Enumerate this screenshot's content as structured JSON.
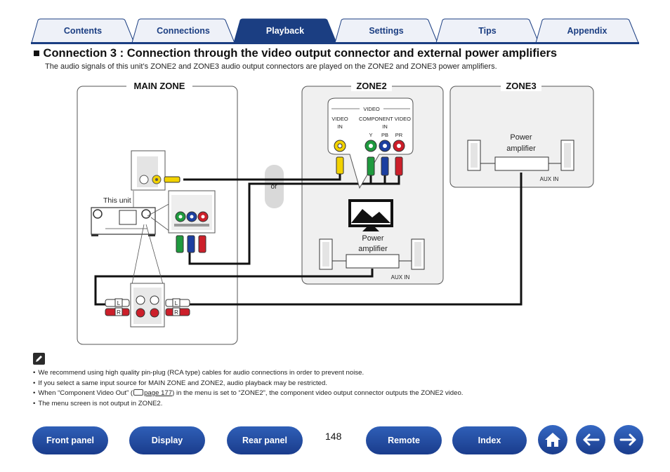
{
  "tabs": [
    {
      "label": "Contents",
      "active": false
    },
    {
      "label": "Connections",
      "active": false
    },
    {
      "label": "Playback",
      "active": true
    },
    {
      "label": "Settings",
      "active": false
    },
    {
      "label": "Tips",
      "active": false
    },
    {
      "label": "Appendix",
      "active": false
    }
  ],
  "heading": "■ Connection 3 : Connection through the video output connector and external power amplifiers",
  "subheading": "The audio signals of this unit’s ZONE2 and ZONE3 audio output connectors are played on the ZONE2 and ZONE3 power amplifiers.",
  "diagram": {
    "main_zone": "MAIN ZONE",
    "zone2": "ZONE2",
    "zone3": "ZONE3",
    "this_unit": "This unit",
    "or": "or",
    "video_header": "VIDEO",
    "video_in": "VIDEO",
    "video_in_2": "IN",
    "component_video": "COMPONENT VIDEO",
    "component_video_2": "IN",
    "y": "Y",
    "pb": "PB",
    "pr": "PR",
    "power_amplifier_1": "Power",
    "power_amplifier_2": "amplifier",
    "aux_in": "AUX IN",
    "l": "L",
    "r": "R"
  },
  "notes": [
    "We recommend using high quality pin-plug (RCA type) cables for audio connections in order to prevent noise.",
    "If you select a same input source for MAIN ZONE and ZONE2, audio playback may be restricted."
  ],
  "note3": {
    "before": "When “Component Video Out” (",
    "link": "page 177",
    "after": ") in the menu is set to “ZONE2”, the component video output connector outputs the ZONE2 video."
  },
  "note4": "The menu screen is not output in ZONE2.",
  "bottom_nav": {
    "front_panel": "Front panel",
    "display": "Display",
    "rear_panel": "Rear panel",
    "page_number": "148",
    "remote": "Remote",
    "index": "Index"
  },
  "colors": {
    "brand": "#1b3e82",
    "tab_bg": "#eef1f8",
    "yellow": "#f2d200",
    "green": "#1f9a3e",
    "blue": "#1c3fa0",
    "red": "#cc1f2a"
  },
  "icons": [
    "home-icon",
    "arrow-left-icon",
    "arrow-right-icon",
    "pencil-icon",
    "page-ref-icon"
  ]
}
